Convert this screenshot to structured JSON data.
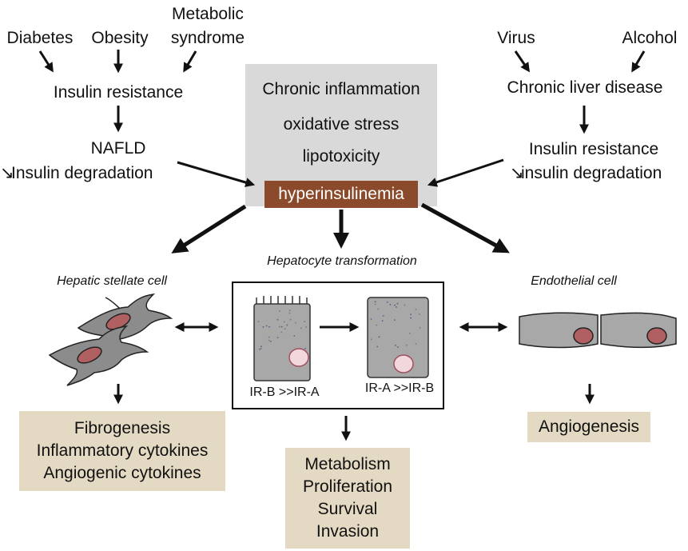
{
  "left_causes": {
    "diabetes": "Diabetes",
    "obesity": "Obesity",
    "metabolic_1": "Metabolic",
    "metabolic_2": "syndrome"
  },
  "left_chain": {
    "insulin_resistance": "Insulin resistance",
    "nafld": "NAFLD",
    "degradation": "Insulin degradation",
    "down_arrow_glyph": "↘"
  },
  "right_causes": {
    "virus": "Virus",
    "alcohol": "Alcohol"
  },
  "right_chain": {
    "liver_disease": "Chronic liver disease",
    "insulin_resistance": "Insulin resistance",
    "degradation": "insulin degradation",
    "down_arrow_glyph": "↘"
  },
  "center": {
    "lines": [
      "Chronic inflammation",
      "oxidative stress",
      "lipotoxicity"
    ],
    "hyper": "hyperinsulinemia"
  },
  "cells": {
    "stellate": "Hepatic stellate cell",
    "hepatocyte": "Hepatocyte transformation",
    "endothelial": "Endothelial cell",
    "irb_label": "IR-B >>IR-A",
    "ira_label": "IR-A >>IR-B"
  },
  "outcomes": {
    "stellate": [
      "Fibrogenesis",
      "Inflammatory cytokines",
      "Angiogenic cytokines"
    ],
    "hepatocyte": [
      "Metabolism",
      "Proliferation",
      "Survival",
      "Invasion"
    ],
    "endothelial": [
      "Angiogenesis"
    ]
  },
  "colors": {
    "beige": "#e4dac3",
    "gray_box": "#d9d9d9",
    "brown": "#8b4a2b"
  }
}
